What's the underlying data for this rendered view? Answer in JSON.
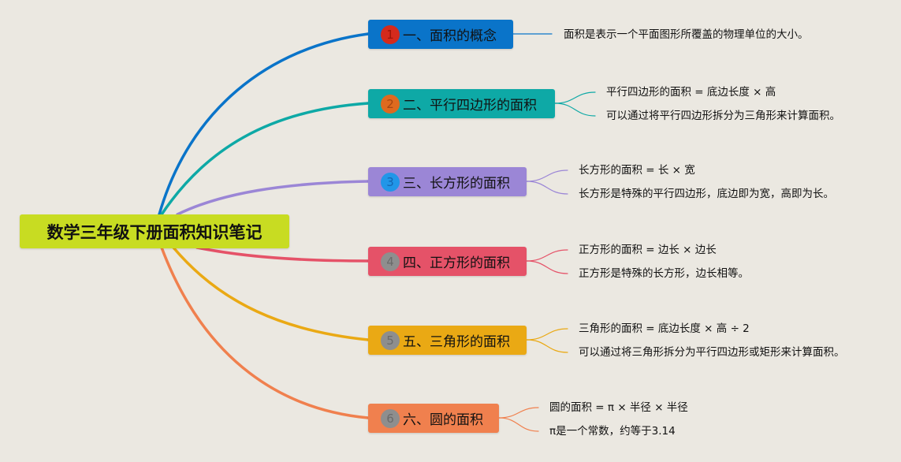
{
  "root": {
    "title": "数学三年级下册面积知识笔记"
  },
  "branches": [
    {
      "num": "1",
      "title": "一、面积的概念",
      "color": "#0a74c9",
      "badge_bg": "#d42a1c",
      "badge_fg": "#9b1408",
      "line": "#0a74c9",
      "notes": [
        "面积是表示一个平面图形所覆盖的物理单位的大小。"
      ]
    },
    {
      "num": "2",
      "title": "二、平行四边形的面积",
      "color": "#0ea9a6",
      "badge_bg": "#de6a1e",
      "badge_fg": "#a54511",
      "line": "#0ea9a6",
      "notes": [
        "平行四边形的面积 = 底边长度 × 高",
        "可以通过将平行四边形拆分为三角形来计算面积。"
      ]
    },
    {
      "num": "3",
      "title": "三、长方形的面积",
      "color": "#9b86d6",
      "badge_bg": "#2196e8",
      "badge_fg": "#1565b0",
      "line": "#9b86d6",
      "notes": [
        "长方形的面积 = 长 × 宽",
        "长方形是特殊的平行四边形，底边即为宽，高即为长。"
      ]
    },
    {
      "num": "4",
      "title": "四、正方形的面积",
      "color": "#e55268",
      "badge_bg": "#8e8e8e",
      "badge_fg": "#6a6a6a",
      "line": "#e55268",
      "notes": [
        "正方形的面积 = 边长 × 边长",
        "正方形是特殊的长方形，边长相等。"
      ]
    },
    {
      "num": "5",
      "title": "五、三角形的面积",
      "color": "#eaa914",
      "badge_bg": "#8e8e8e",
      "badge_fg": "#6a6a6a",
      "line": "#eaa914",
      "notes": [
        "三角形的面积 = 底边长度 × 高 ÷ 2",
        "可以通过将三角形拆分为平行四边形或矩形来计算面积。"
      ]
    },
    {
      "num": "6",
      "title": "六、圆的面积",
      "color": "#f0804e",
      "badge_bg": "#8e8e8e",
      "badge_fg": "#6a6a6a",
      "line": "#f0804e",
      "notes": [
        "圆的面积 = π × 半径 × 半径",
        "π是一个常数，约等于3.14"
      ]
    }
  ]
}
